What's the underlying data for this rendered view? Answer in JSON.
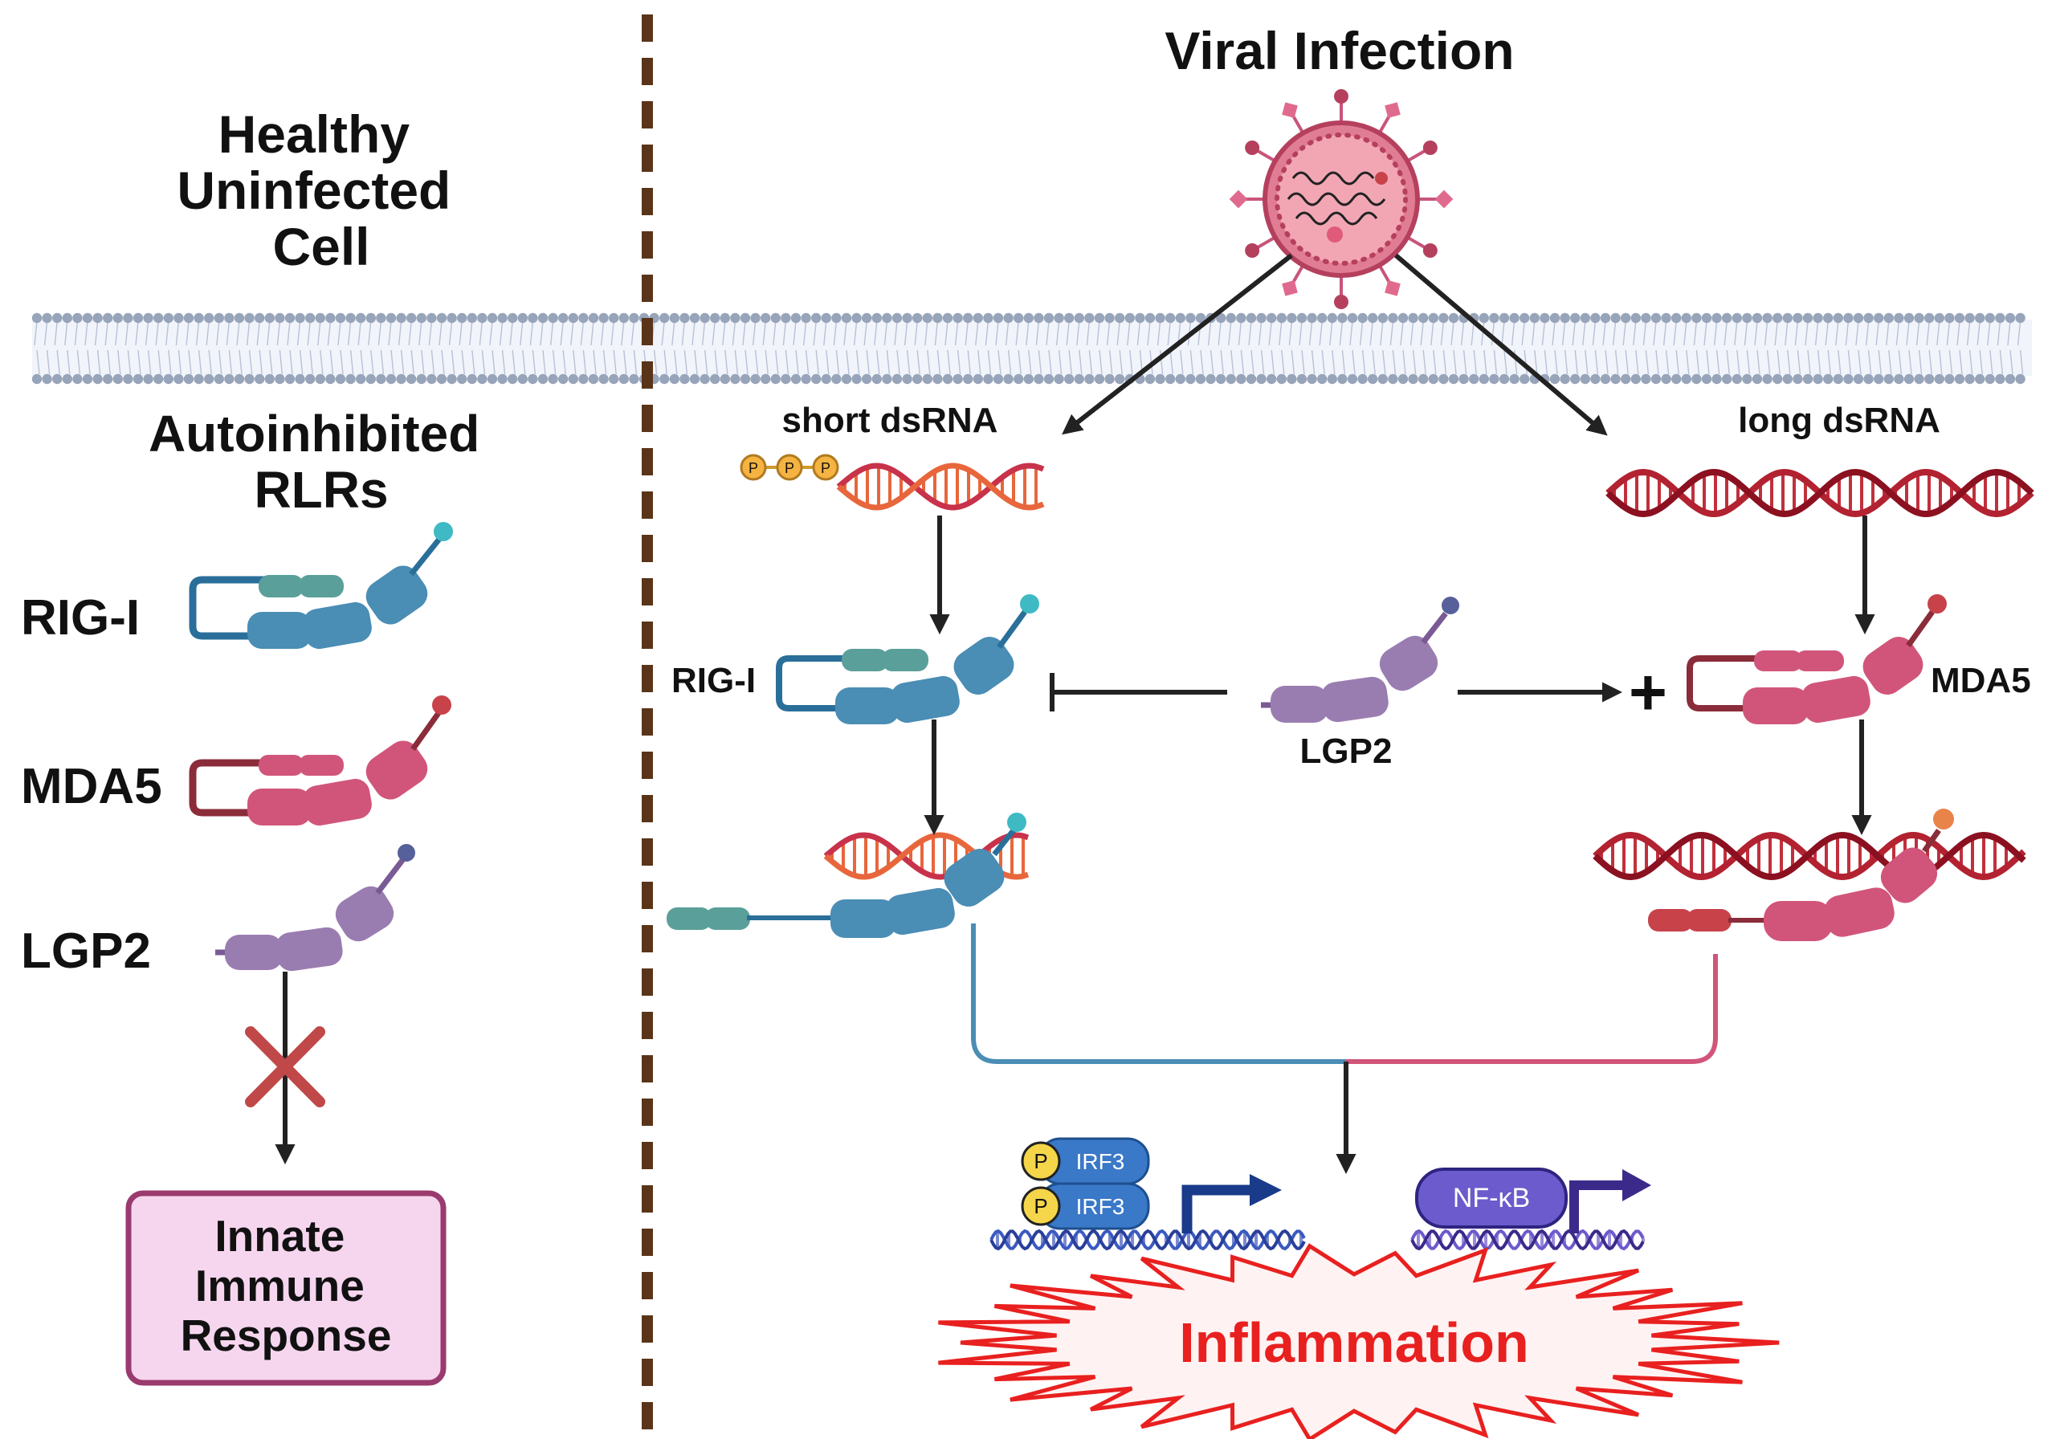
{
  "left_panel": {
    "title_lines": [
      "Healthy",
      "Uninfected",
      "Cell"
    ],
    "subtitle_lines": [
      "Autoinhibited",
      "RLRs"
    ],
    "proteins": [
      "RIG-I",
      "MDA5",
      "LGP2"
    ],
    "response_lines": [
      "Innate",
      "Immune",
      "Response"
    ]
  },
  "right_panel": {
    "title": "Viral Infection",
    "short_dsrna": "short dsRNA",
    "long_dsrna": "long dsRNA",
    "phosphates": [
      "P",
      "P",
      "P"
    ],
    "rigi_label": "RIG-I",
    "mda5_label": "MDA5",
    "lgp2_label": "LGP2",
    "plus": "+",
    "irf3_labels": [
      "IRF3",
      "IRF3"
    ],
    "irf3_phospho": [
      "P",
      "P"
    ],
    "nfkb_label": "NF-κB",
    "inflammation": "Inflammation"
  },
  "colors": {
    "rigi": "#4a8db5",
    "rigi_card": "#5a9f9a",
    "mda5": "#d1557a",
    "mda5_linker": "#8b2c3a",
    "lgp2": "#9a7db0",
    "membrane": "#97a4ba",
    "virus": "#e07d94",
    "short_rna": "#e8663c",
    "long_rna": "#8b1020",
    "inflammation_text": "#e8201f",
    "inflammation_border": "#e8201f",
    "inflammation_fill": "#fff2f2",
    "response_fill": "#f6d6ee",
    "response_border": "#9a3a6e",
    "divider": "#5a3418",
    "irf3": "#3a78c8",
    "nfkb": "#6b5bcc",
    "phospho": "#f5d64a"
  },
  "icons": [
    "virus-icon",
    "cell-membrane",
    "dsrna-helix-icon",
    "inhibition-x-icon",
    "transcription-arrow-icon",
    "dna-helix-icon"
  ]
}
